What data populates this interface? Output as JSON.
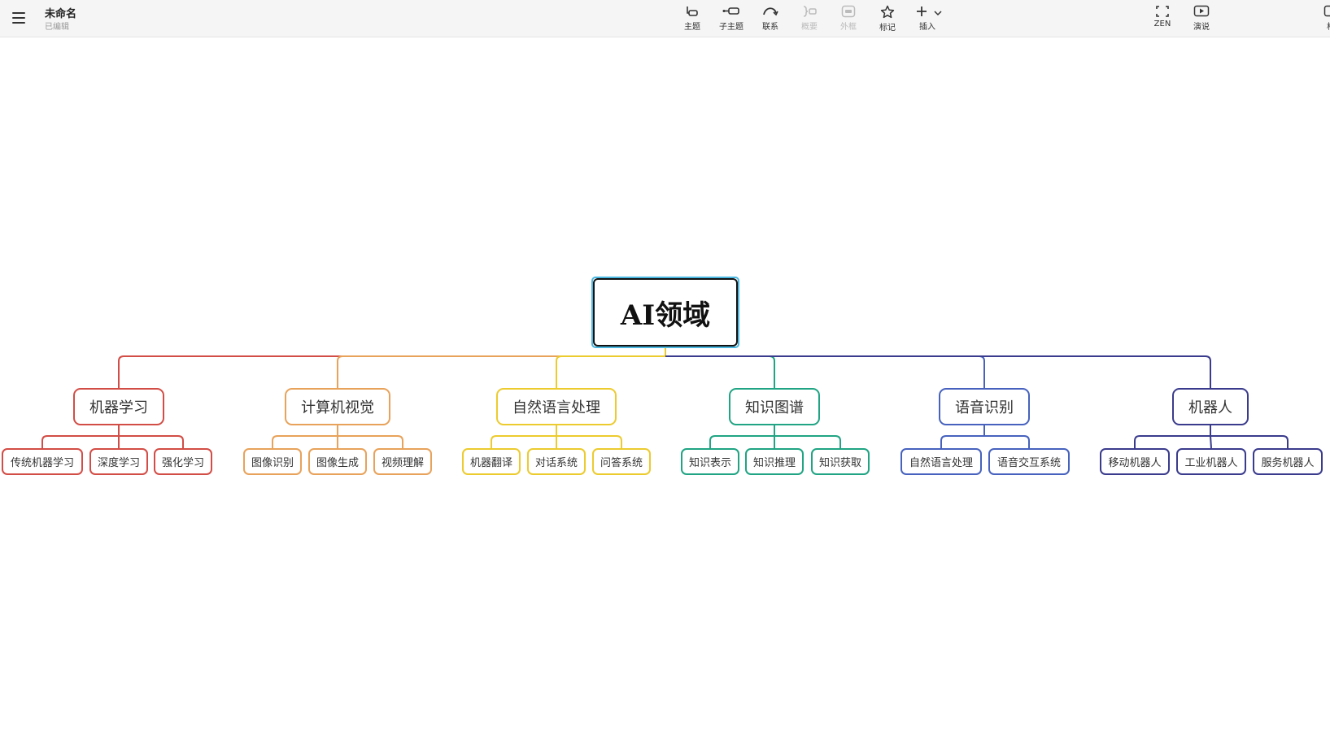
{
  "app": {
    "doc_title": "未命名",
    "doc_status": "已编辑"
  },
  "toolbar": {
    "topic": "主题",
    "subtopic": "子主题",
    "relation": "联系",
    "summary": "概要",
    "boundary": "外框",
    "marker": "标记",
    "insert": "插入",
    "zen": "ZEN",
    "present": "演说",
    "format": "格"
  },
  "icons": {
    "menu": "hamburger-icon",
    "topic": "topic-icon",
    "subtopic": "subtopic-icon",
    "relation": "relation-arc-icon",
    "summary": "summary-brace-icon",
    "boundary": "boundary-box-icon",
    "marker": "star-icon",
    "insert": "plus-icon",
    "zen": "fullscreen-icon",
    "present": "play-screen-icon",
    "format": "format-panel-icon"
  },
  "colors": {
    "root_border": "#111111",
    "selection": "#4ab7e0",
    "branch_1": "#d24d46",
    "branch_2": "#e8a25a",
    "branch_3": "#eccb2f",
    "branch_4": "#20a483",
    "branch_5": "#4762be",
    "branch_6": "#3a3b8c"
  },
  "mindmap": {
    "root": "AI领域",
    "branches": [
      {
        "label": "机器学习",
        "color": "#d24d46",
        "children": [
          "传统机器学习",
          "深度学习",
          "强化学习"
        ]
      },
      {
        "label": "计算机视觉",
        "color": "#e8a25a",
        "children": [
          "图像识别",
          "图像生成",
          "视频理解"
        ]
      },
      {
        "label": "自然语言处理",
        "color": "#eccb2f",
        "children": [
          "机器翻译",
          "对话系统",
          "问答系统"
        ]
      },
      {
        "label": "知识图谱",
        "color": "#20a483",
        "children": [
          "知识表示",
          "知识推理",
          "知识获取"
        ]
      },
      {
        "label": "语音识别",
        "color": "#4762be",
        "children": [
          "自然语言处理",
          "语音交互系统"
        ]
      },
      {
        "label": "机器人",
        "color": "#3a3b8c",
        "children": [
          "移动机器人",
          "工业机器人",
          "服务机器人"
        ]
      }
    ]
  }
}
